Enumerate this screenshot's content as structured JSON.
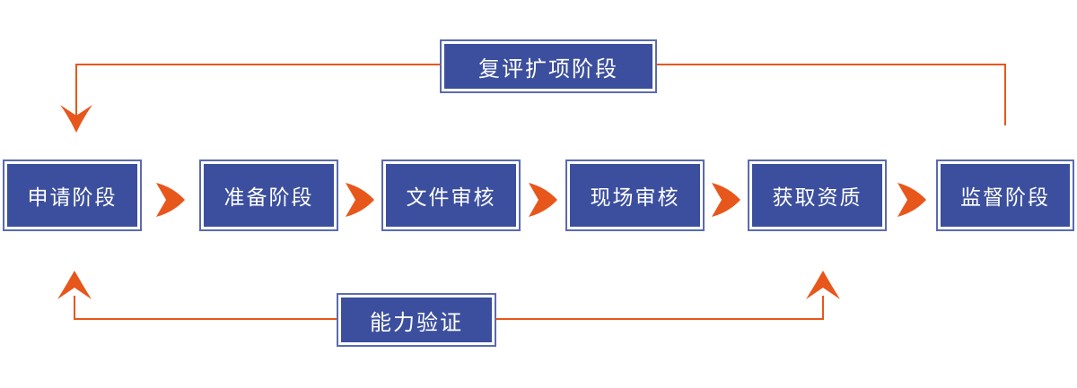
{
  "diagram": {
    "title_hint": "accreditation-process-flow",
    "stages": [
      {
        "label": "申请阶段"
      },
      {
        "label": "准备阶段"
      },
      {
        "label": "文件审核"
      },
      {
        "label": "现场审核"
      },
      {
        "label": "获取资质"
      },
      {
        "label": "监督阶段"
      }
    ],
    "top_loop": {
      "label": "复评扩项阶段"
    },
    "bottom_loop": {
      "label": "能力验证"
    }
  },
  "icons": {
    "between_stages": "chevron-right-icon",
    "top_loop_end": "arrow-down-icon",
    "bottom_loop_ends": "arrow-up-icon"
  },
  "colors": {
    "stage_fill": "#3c4f9e",
    "stage_outer_border": "#5b6bae",
    "stage_inner_border": "#ffffff",
    "connector": "#e7571b",
    "label_text": "#ffffff",
    "background": "#ffffff"
  }
}
